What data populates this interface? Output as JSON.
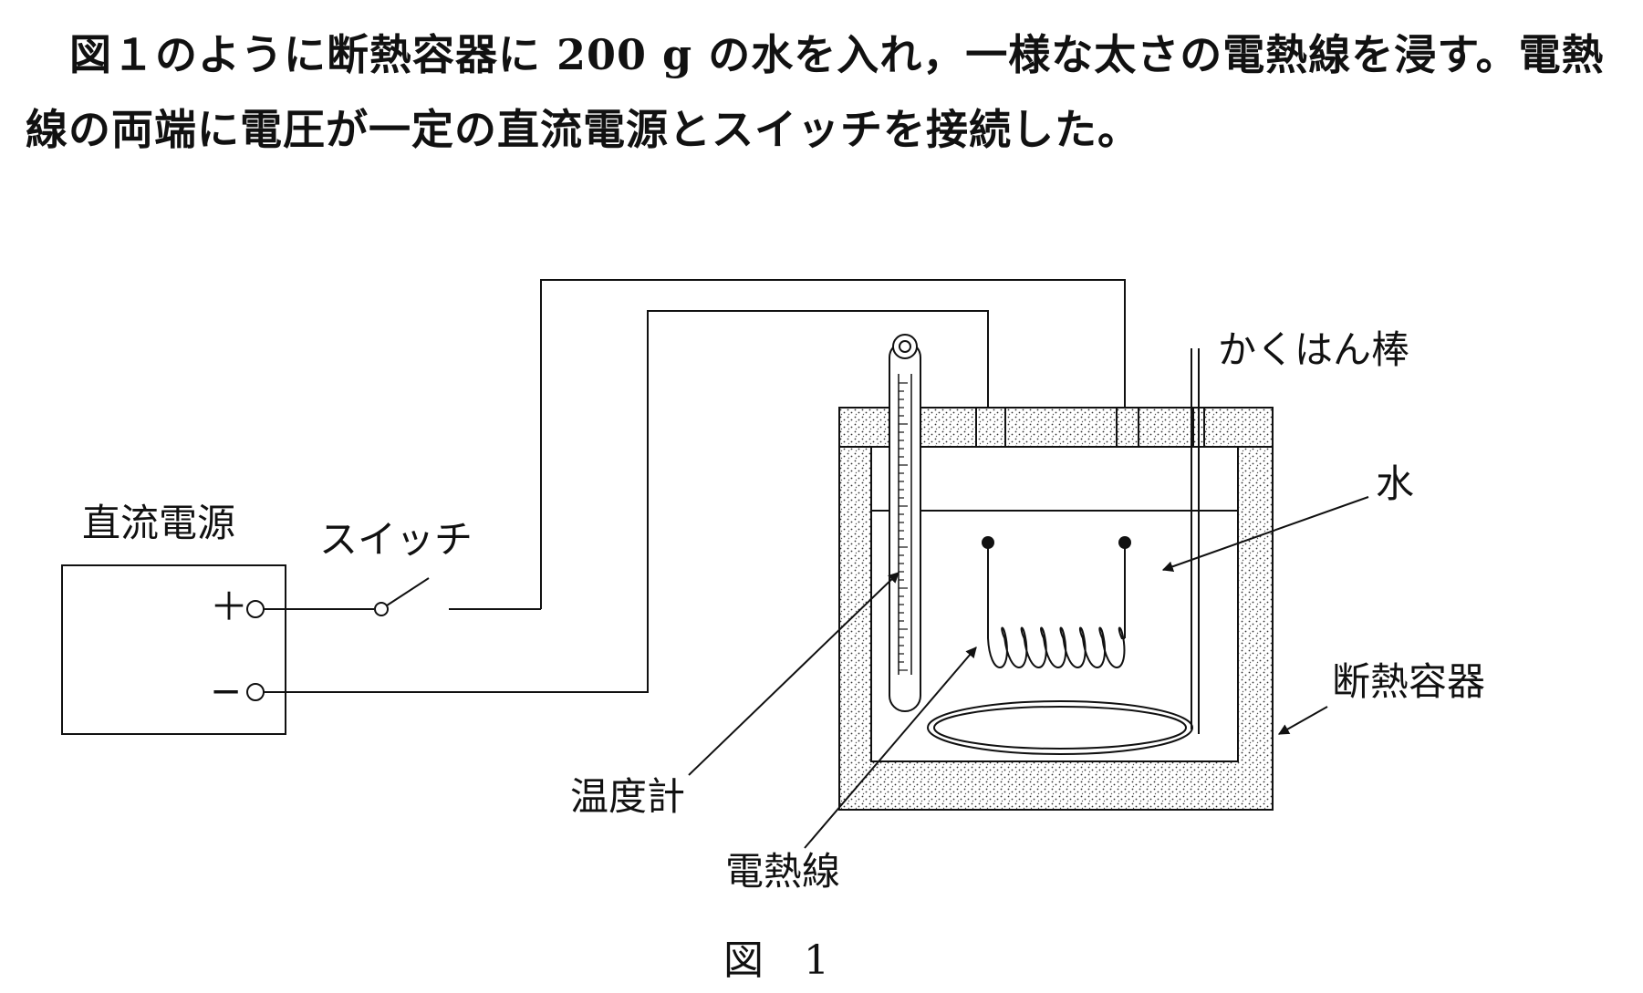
{
  "text": {
    "line1": "図１のように断熱容器に 200 g の水を入れ，一様な太さの電熱線を浸す。電熱",
    "line2": "線の両端に電圧が一定の直流電源とスイッチを接続した。"
  },
  "labels": {
    "power_supply": "直流電源",
    "switch": "スイッチ",
    "plus": "＋",
    "minus": "−",
    "stirring_rod": "かくはん棒",
    "water": "水",
    "insulated_container": "断熱容器",
    "thermometer": "温度計",
    "heating_wire": "電熱線"
  },
  "caption": {
    "figure": "図　1"
  }
}
